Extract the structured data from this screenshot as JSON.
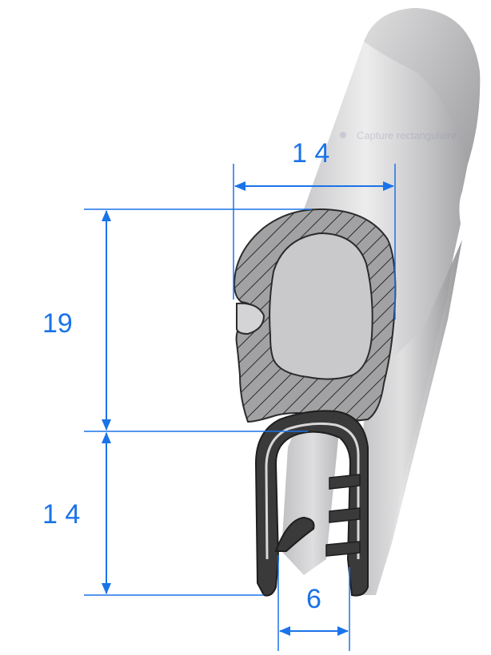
{
  "dimensions": {
    "top_width": "1 4",
    "upper_height": "19",
    "lower_height": "1 4",
    "gap_width": "6"
  },
  "watermark": {
    "label": "Capture rectangulaire"
  },
  "colors": {
    "dimension": "#1a73e8",
    "rubber": "#3a3a3a",
    "profile_light": "#e9e9ea",
    "profile_dark": "#a9a9ac",
    "section_fill": "#9d9d9f"
  }
}
